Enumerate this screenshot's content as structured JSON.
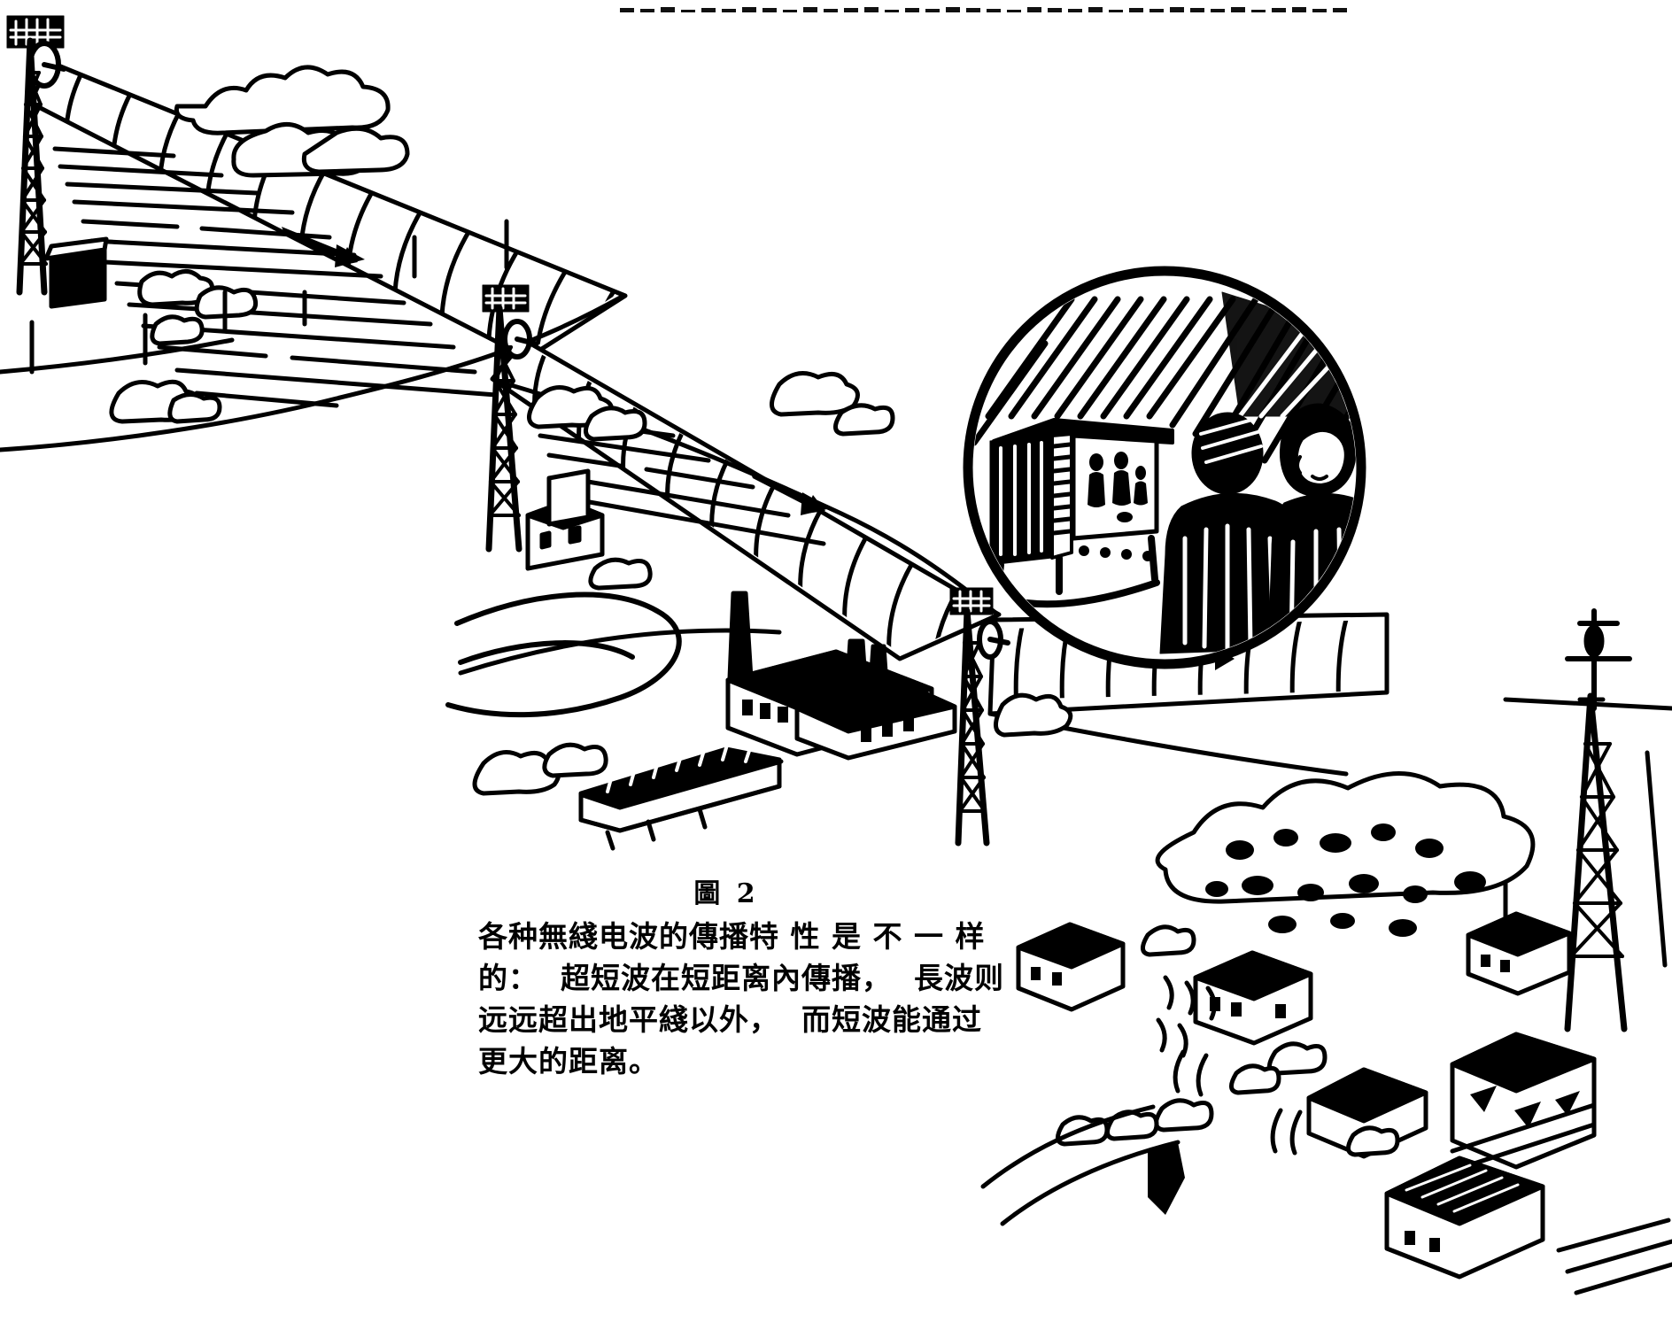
{
  "figure": {
    "number_label": "圖 2",
    "caption_lines": [
      "各种無綫电波的傳播特 性 是 不 一 样",
      "的：  超短波在短距离內傳播，  長波则",
      "远远超出地平綫以外，  而短波能通过",
      "更大的距离。"
    ],
    "caption_full": "各种無綫电波的傳播特性是不一样的：超短波在短距离內傳播，長波则远远超出地平綫以外，而短波能通过更大的距离。"
  },
  "scene": {
    "title_alt": "无线电波传播示意图",
    "ink_color": "#000000",
    "paper_color": "#ffffff",
    "elements": {
      "towers": [
        {
          "name": "relay-tower-1",
          "position": "top-left"
        },
        {
          "name": "relay-tower-2",
          "position": "upper-middle"
        },
        {
          "name": "relay-tower-3",
          "position": "lower-right"
        },
        {
          "name": "lattice-mast-4",
          "position": "far-right"
        }
      ],
      "beams": [
        {
          "name": "microwave-beam-1",
          "direction": "down-right"
        },
        {
          "name": "microwave-beam-2",
          "direction": "down-right"
        },
        {
          "name": "microwave-beam-3",
          "direction": "right"
        }
      ],
      "arrows": [
        {
          "name": "beam-arrow-1"
        },
        {
          "name": "beam-arrow-2"
        },
        {
          "name": "beam-arrow-3"
        }
      ],
      "inset": {
        "name": "tv-viewers-inset",
        "contents": [
          "television-set",
          "viewer-person-left",
          "viewer-person-right"
        ]
      },
      "landscape": [
        "clouds",
        "river",
        "fields",
        "village-houses",
        "factory-with-chimneys",
        "trees",
        "railway-bridge"
      ]
    }
  },
  "page_bleed": {
    "description": "cut-off bottom edge of a text line from the facing page"
  }
}
